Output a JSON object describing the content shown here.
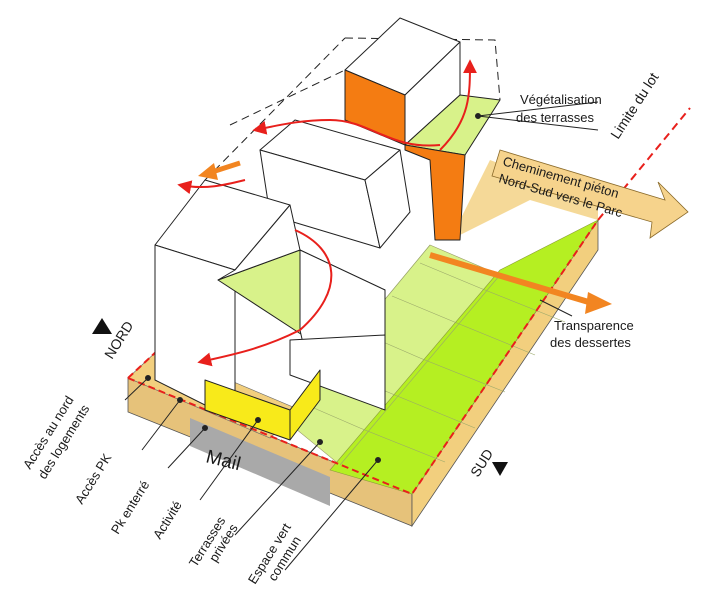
{
  "labels": {
    "vegetalisation_line1": "Végétalisation",
    "vegetalisation_line2": "des terrasses",
    "limite_du_lot": "Limite du lot",
    "cheminement_line1": "Cheminement piéton",
    "cheminement_line2": "Nord-Sud vers le Parc",
    "transparence_line1": "Transparence",
    "transparence_line2": "des dessertes",
    "nord": "NORD",
    "sud": "SUD",
    "mail": "Mail",
    "acces_nord_line1": "Accès au nord",
    "acces_nord_line2": "des logements",
    "acces_pk": "Accès PK",
    "pk_enterre": "Pk enterré",
    "activite": "Activité",
    "terrasses_line1": "Terrasses",
    "terrasses_line2": "privées",
    "espace_vert_line1": "Espace vert",
    "espace_vert_line2": "commun"
  },
  "colors": {
    "lime": "#b5ef22",
    "pale_green": "#d8f28a",
    "light_green": "#e9f8c0",
    "tan": "#f2cf7e",
    "tan_dark": "#d9b35b",
    "grey": "#a9a9a9",
    "yellow": "#f8ea1a",
    "orange": "#f47c12",
    "arrow_orange": "#f28521",
    "arrow_tan": "#f6d38c",
    "red": "#e8201c",
    "building": "#ffffff"
  }
}
